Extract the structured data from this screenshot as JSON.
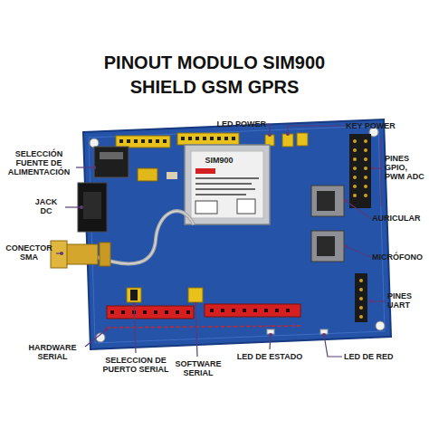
{
  "diagram": {
    "title": "PINOUT MODULO SIM900 SHIELD GSM GPRS",
    "labels": [
      "SIM900",
      "LED POWER",
      "KEY POWER",
      "PINES GPIO, PWM ADC",
      "SELECCIÓN FUENTE DE ALIMENTACIÓN",
      "JACK DC",
      "CONECTOR SMA",
      "AURICULAR",
      "MICRÓFONO",
      "PINES UART",
      "HARDWARE SERIAL",
      "SELECCION DE PUERTO SERIAL",
      "SOFTWARE SERIAL",
      "LED DE ESTADO",
      "LED DE RED"
    ]
  }
}
